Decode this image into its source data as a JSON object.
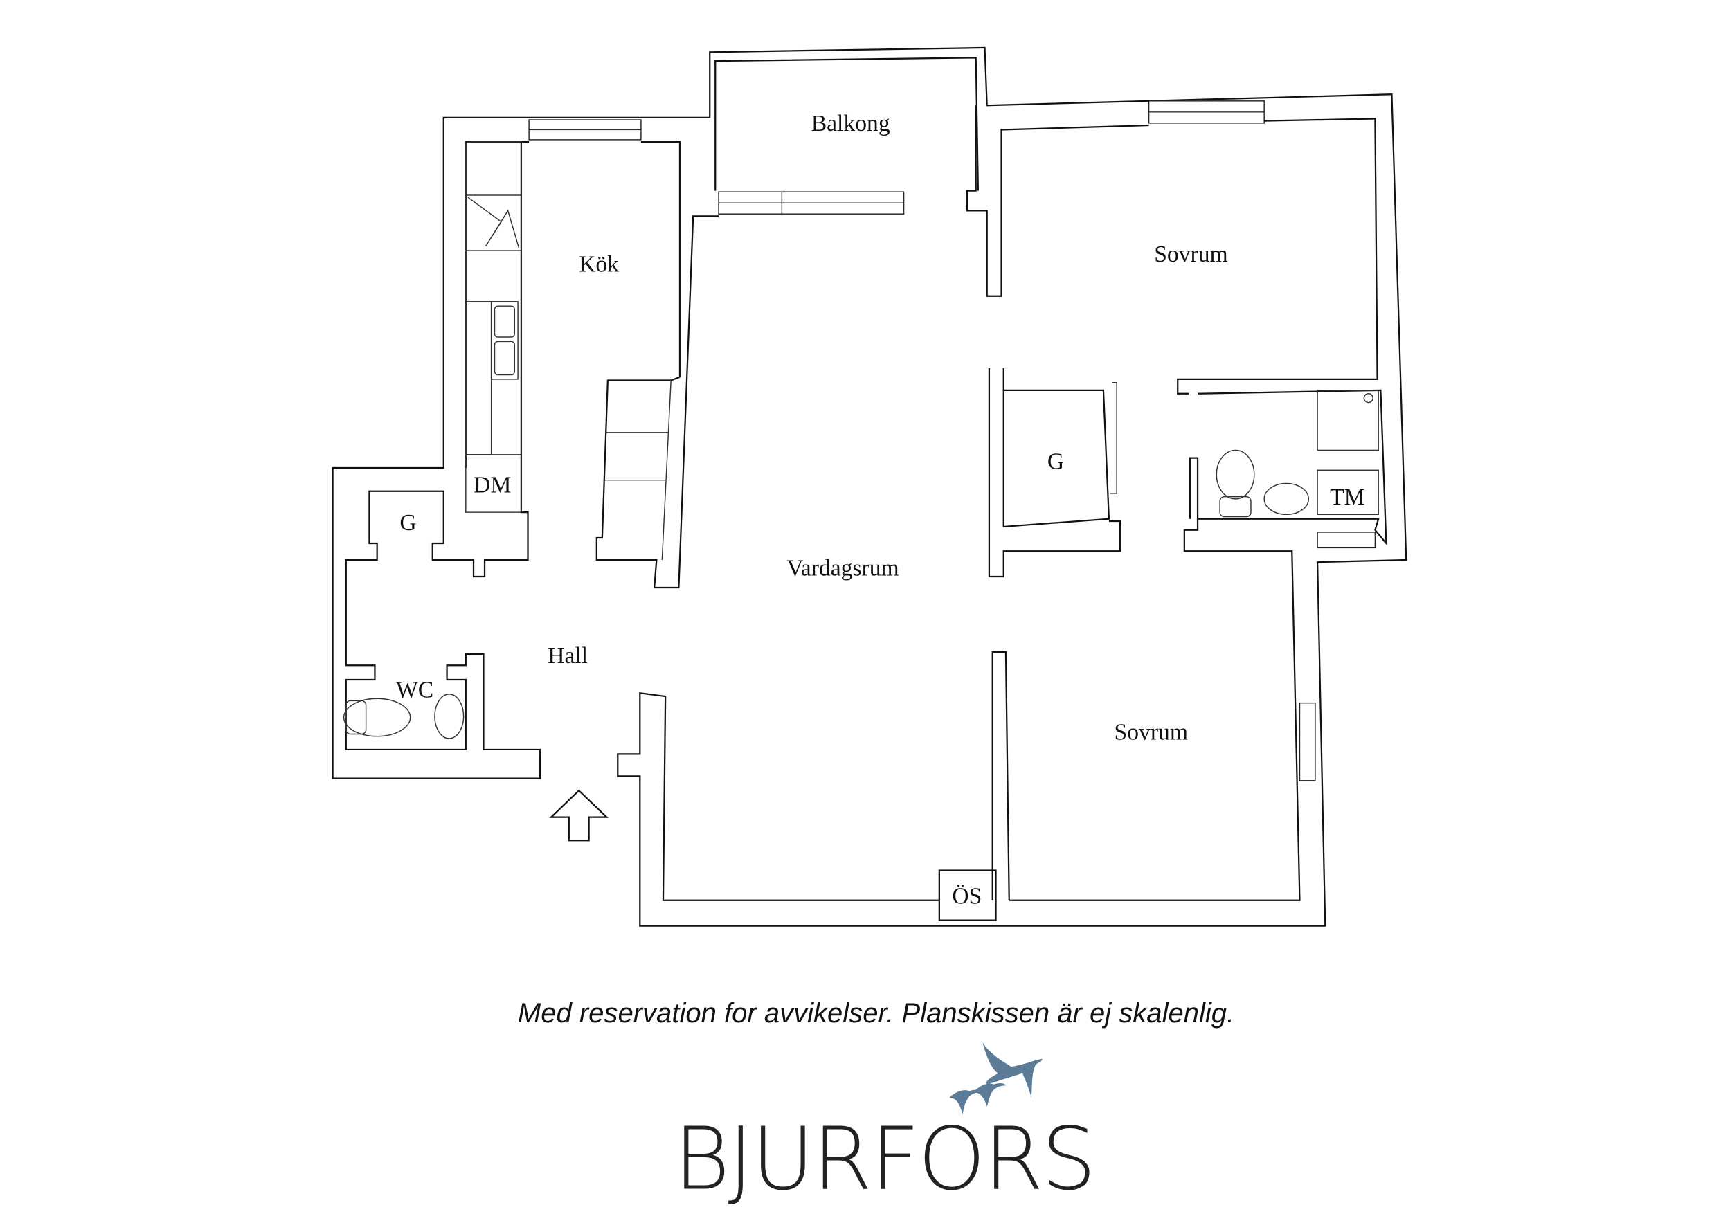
{
  "rooms": {
    "balkong": "Balkong",
    "kok": "Kök",
    "sovrum_1": "Sovrum",
    "dm": "DM",
    "g_hall": "G",
    "g_center": "G",
    "tm": "TM",
    "vardagsrum": "Vardagsrum",
    "hall": "Hall",
    "wc": "WC",
    "sovrum_2": "Sovrum",
    "os": "ÖS"
  },
  "caption": "Med reservation for avvikelser. Planskissen är ej skalenlig.",
  "logo": {
    "text": "BJURFORS",
    "bird_color": "#5b7b97"
  },
  "icons": [
    "entrance-arrow-icon",
    "toilet-icon",
    "sink-icon",
    "stove-icon",
    "shower-icon"
  ]
}
